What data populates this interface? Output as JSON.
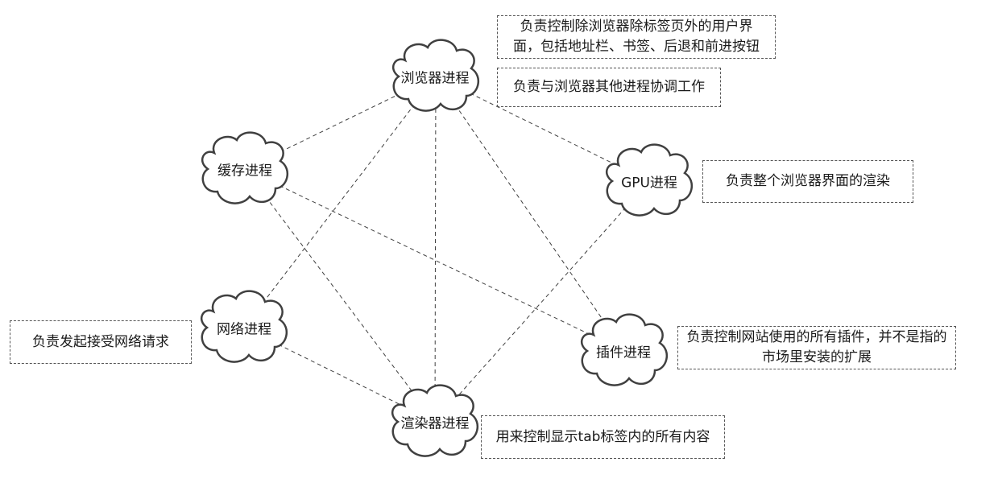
{
  "nodes": {
    "browser": {
      "label": "浏览器进程"
    },
    "gpu": {
      "label": "GPU进程"
    },
    "plugin": {
      "label": "插件进程"
    },
    "renderer": {
      "label": "渲染器进程"
    },
    "network": {
      "label": "网络进程"
    },
    "cache": {
      "label": "缓存进程"
    }
  },
  "notes": {
    "browser_ui": "负责控制除浏览器除标签页外的用户界面，包括地址栏、书签、后退和前进按钮",
    "browser_coord": "负责与浏览器其他进程协调工作",
    "gpu": "负责整个浏览器界面的渲染",
    "plugin": "负责控制网站使用的所有插件，并不是指的市场里安装的扩展",
    "renderer": "用来控制显示tab标签内的所有内容",
    "network": "负责发起接受网络请求"
  },
  "edges": [
    [
      "browser",
      "cache"
    ],
    [
      "browser",
      "gpu"
    ],
    [
      "browser",
      "network"
    ],
    [
      "browser",
      "renderer"
    ],
    [
      "browser",
      "plugin"
    ],
    [
      "cache",
      "plugin"
    ],
    [
      "cache",
      "renderer"
    ],
    [
      "gpu",
      "renderer"
    ],
    [
      "network",
      "renderer"
    ]
  ],
  "colors": {
    "stroke": "#404040",
    "edge": "#404040",
    "note_border": "#555555"
  }
}
